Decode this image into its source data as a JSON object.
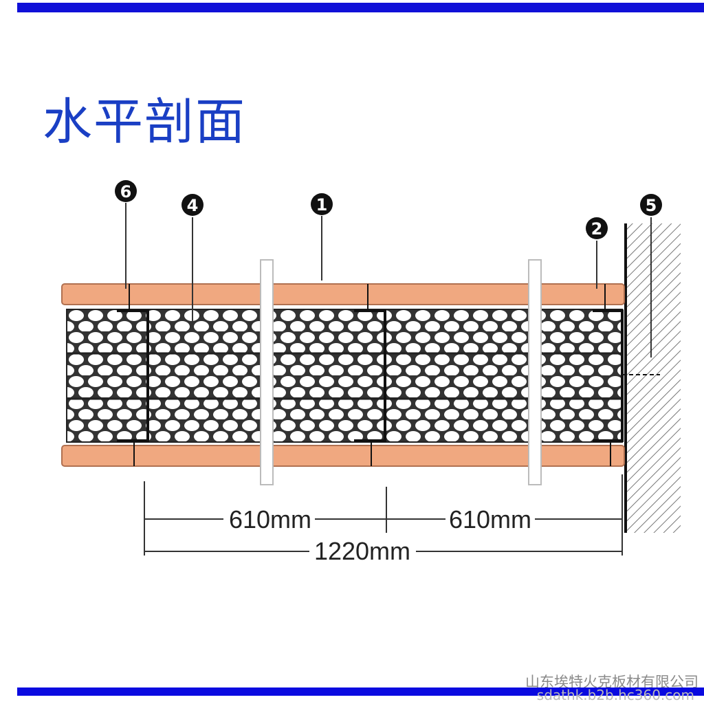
{
  "title": "水平剖面",
  "callouts": [
    "1",
    "2",
    "4",
    "5",
    "6"
  ],
  "dimensions": {
    "left": "610mm",
    "right": "610mm",
    "total": "1220mm"
  },
  "watermark": {
    "company": "山东埃特火克板材有限公司",
    "url": "sdathk.b2b.hc360.com"
  },
  "colors": {
    "board": "#f0a880",
    "accent_bar": "#1010d8",
    "title": "#1a3fc4"
  }
}
